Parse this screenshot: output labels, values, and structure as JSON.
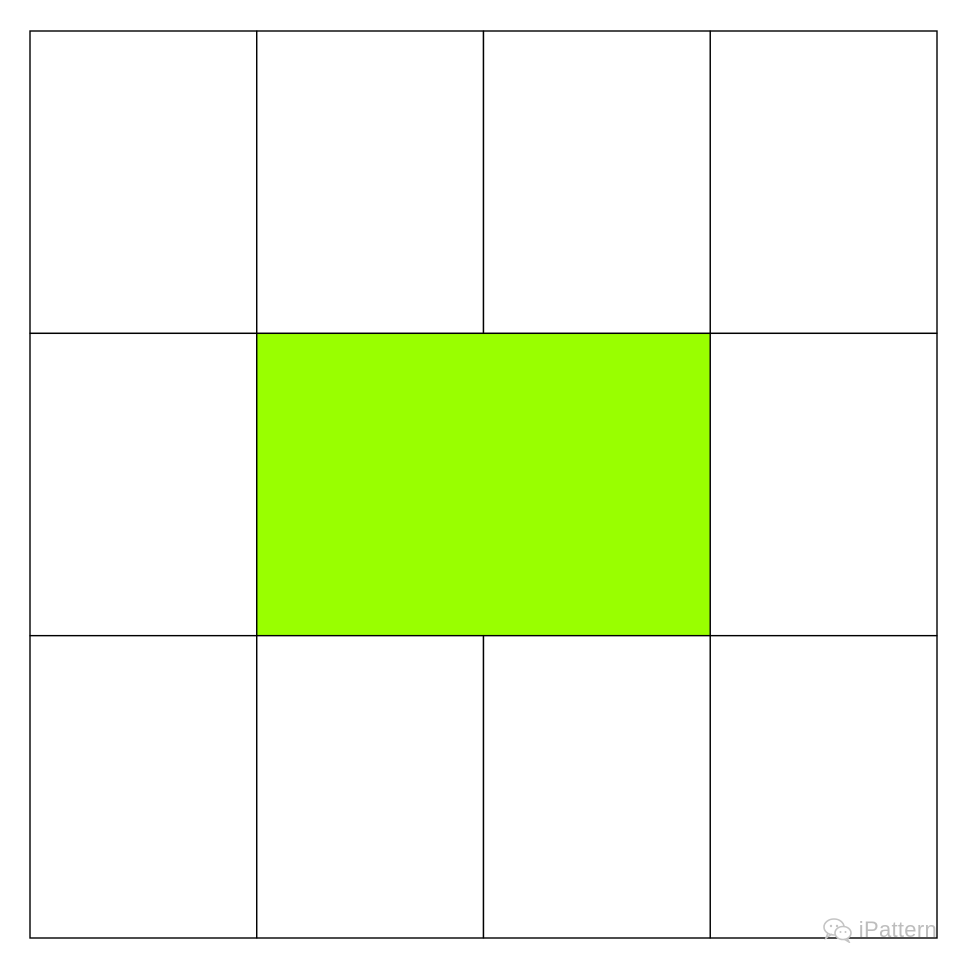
{
  "diagram": {
    "rows": 3,
    "columns": 4,
    "line_color": "#000000",
    "cell_fill": "#ffffff",
    "highlight": {
      "row": 2,
      "column_start": 2,
      "column_end": 3,
      "color": "#99ff00"
    }
  },
  "watermark": {
    "icon": "wechat-icon",
    "text": "iPattern"
  }
}
